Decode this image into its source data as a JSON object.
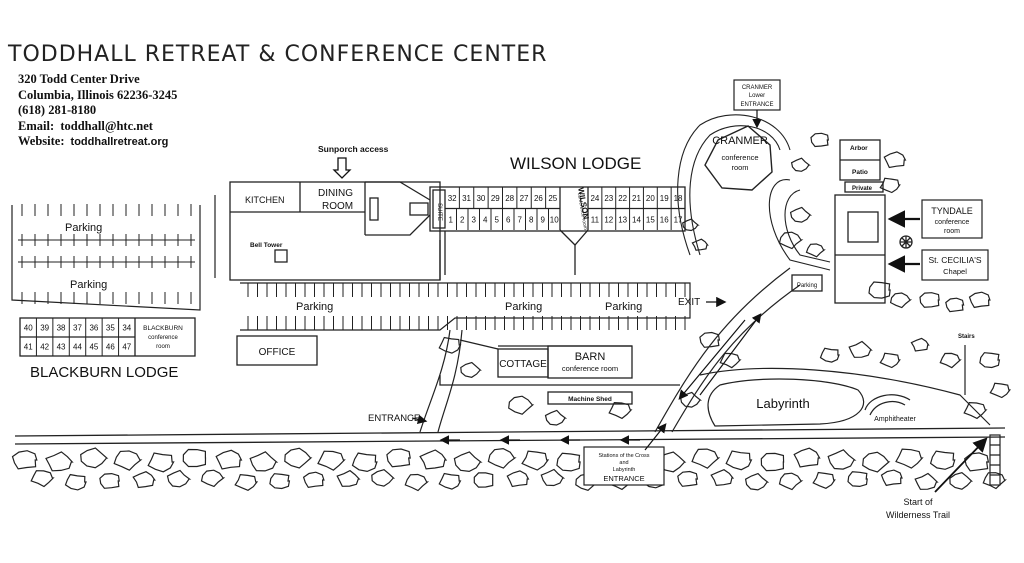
{
  "header": {
    "title": "TODDHALL RETREAT & CONFERENCE CENTER",
    "address": "320 Todd Center Drive",
    "city": "Columbia, Illinois 62236-3245",
    "phone": "(618) 281-8180",
    "email_label": "Email:",
    "email": "toddhall@htc.net",
    "website_label": "Website:",
    "website": "toddhallretreat.org"
  },
  "wilson": {
    "name": "WILSON LODGE",
    "suite": "SUITE",
    "top_rooms": [
      "32",
      "31",
      "30",
      "29",
      "28",
      "27",
      "26",
      "25",
      "24",
      "23",
      "22",
      "21",
      "20",
      "19",
      "18"
    ],
    "bottom_rooms": [
      "1",
      "2",
      "3",
      "4",
      "5",
      "6",
      "7",
      "8",
      "9",
      "10",
      "11",
      "12",
      "13",
      "14",
      "15",
      "16",
      "17"
    ],
    "conf_name": "WILSON",
    "conf_sub": "conference room",
    "sunporch": "Sunporch access"
  },
  "blackburn": {
    "name": "BLACKBURN LODGE",
    "top_rooms": [
      "40",
      "39",
      "38",
      "37",
      "36",
      "35",
      "34"
    ],
    "bottom_rooms": [
      "41",
      "42",
      "43",
      "44",
      "45",
      "46",
      "47"
    ],
    "conf_name": "BLACKBURN",
    "conf_sub1": "conference",
    "conf_sub2": "room"
  },
  "buildings": {
    "kitchen": "KITCHEN",
    "dining1": "DINING",
    "dining2": "ROOM",
    "bell_tower": "Bell Tower",
    "office": "OFFICE",
    "cottage": "COTTAGE",
    "barn": "BARN",
    "barn_sub": "conference room",
    "machine_shed": "Machine Shed"
  },
  "cranmer": {
    "name": "CRANMER",
    "sub1": "conference",
    "sub2": "room",
    "entrance1": "CRANMER",
    "entrance2": "Lower",
    "entrance3": "ENTRANCE"
  },
  "east": {
    "arbor": "Arbor",
    "patio": "Patio",
    "private": "Private",
    "tyndale": "TYNDALE",
    "tyndale_sub1": "conference",
    "tyndale_sub2": "room",
    "cecilia": "St. CECILIA'S",
    "cecilia_sub": "Chapel",
    "parking": "Parking",
    "stairs": "Stairs"
  },
  "labels": {
    "parking": "Parking",
    "exit": "EXIT",
    "entrance": "ENTRANCE",
    "labyrinth": "Labyrinth",
    "amphitheater": "Amphitheater",
    "stations1": "Stations of the Cross",
    "stations2": "and",
    "stations3": "Labyrinth",
    "stations4": "ENTRANCE",
    "trail1": "Start of",
    "trail2": "Wilderness Trail"
  }
}
